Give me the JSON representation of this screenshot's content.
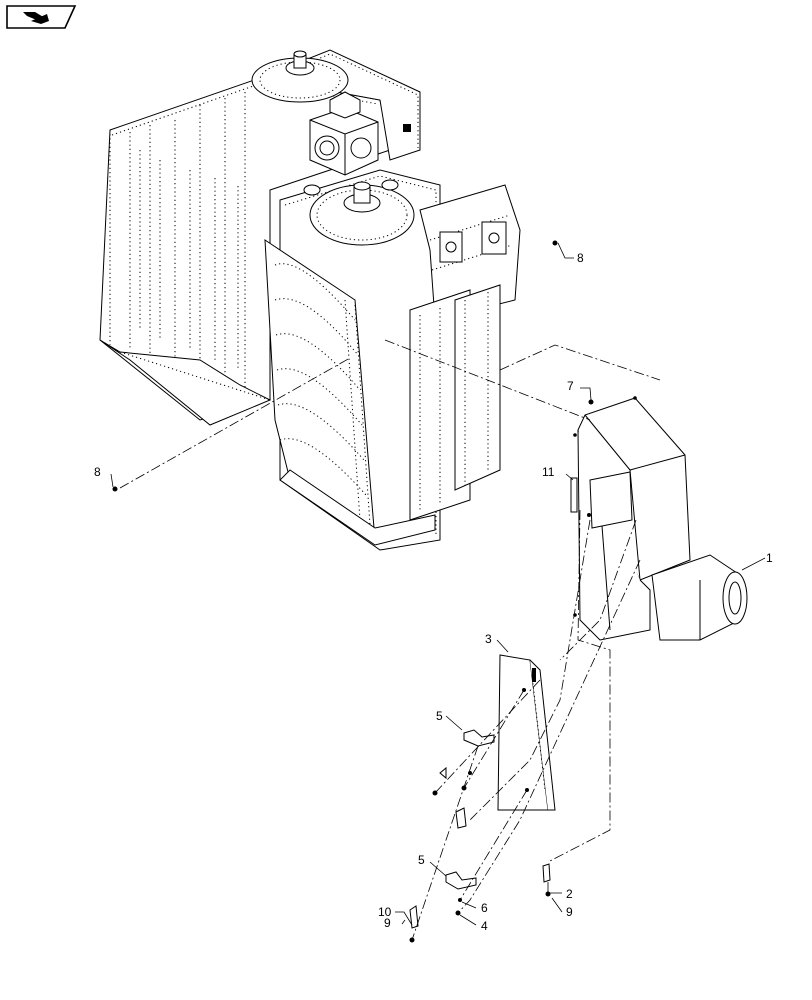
{
  "nav_icon": "book-arrow-icon",
  "callouts": [
    {
      "id": "c1",
      "label": "1"
    },
    {
      "id": "c2",
      "label": "2"
    },
    {
      "id": "c3",
      "label": "3"
    },
    {
      "id": "c4",
      "label": "4"
    },
    {
      "id": "c5a",
      "label": "5"
    },
    {
      "id": "c5b",
      "label": "5"
    },
    {
      "id": "c6",
      "label": "6"
    },
    {
      "id": "c7",
      "label": "7"
    },
    {
      "id": "c8a",
      "label": "8"
    },
    {
      "id": "c8b",
      "label": "8"
    },
    {
      "id": "c9a",
      "label": "9"
    },
    {
      "id": "c9b",
      "label": "9"
    },
    {
      "id": "c10",
      "label": "10"
    },
    {
      "id": "c11",
      "label": "11"
    }
  ]
}
